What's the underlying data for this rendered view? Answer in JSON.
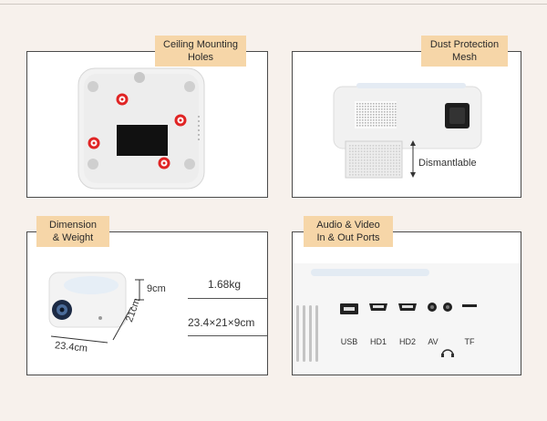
{
  "sections": {
    "ceiling": {
      "title_line1": "Ceiling Mounting",
      "title_line2": "Holes"
    },
    "dust": {
      "title_line1": "Dust Protection",
      "title_line2": "Mesh",
      "callout": "Dismantlable"
    },
    "dimension": {
      "title_line1": "Dimension",
      "title_line2": "& Weight",
      "height_label": "9cm",
      "depth_label": "21cm",
      "width_label": "23.4cm",
      "weight": "1.68kg",
      "size": "23.4×21×9cm"
    },
    "ports": {
      "title_line1": "Audio & Video",
      "title_line2": "In & Out Ports",
      "labels": [
        "USB",
        "HD1",
        "HD2",
        "AV",
        "TF"
      ]
    }
  },
  "colors": {
    "background": "#f7f1ec",
    "tag": "#f6d6a8",
    "marker": "#e02424"
  }
}
